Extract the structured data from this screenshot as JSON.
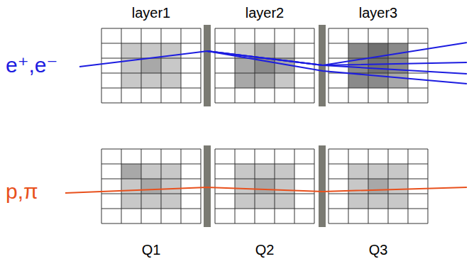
{
  "diagram": {
    "labels": [
      "layer1",
      "layer2",
      "layer3",
      "e⁺,e⁻",
      "p,π",
      "Q1",
      "Q2",
      "Q3"
    ]
  }
}
